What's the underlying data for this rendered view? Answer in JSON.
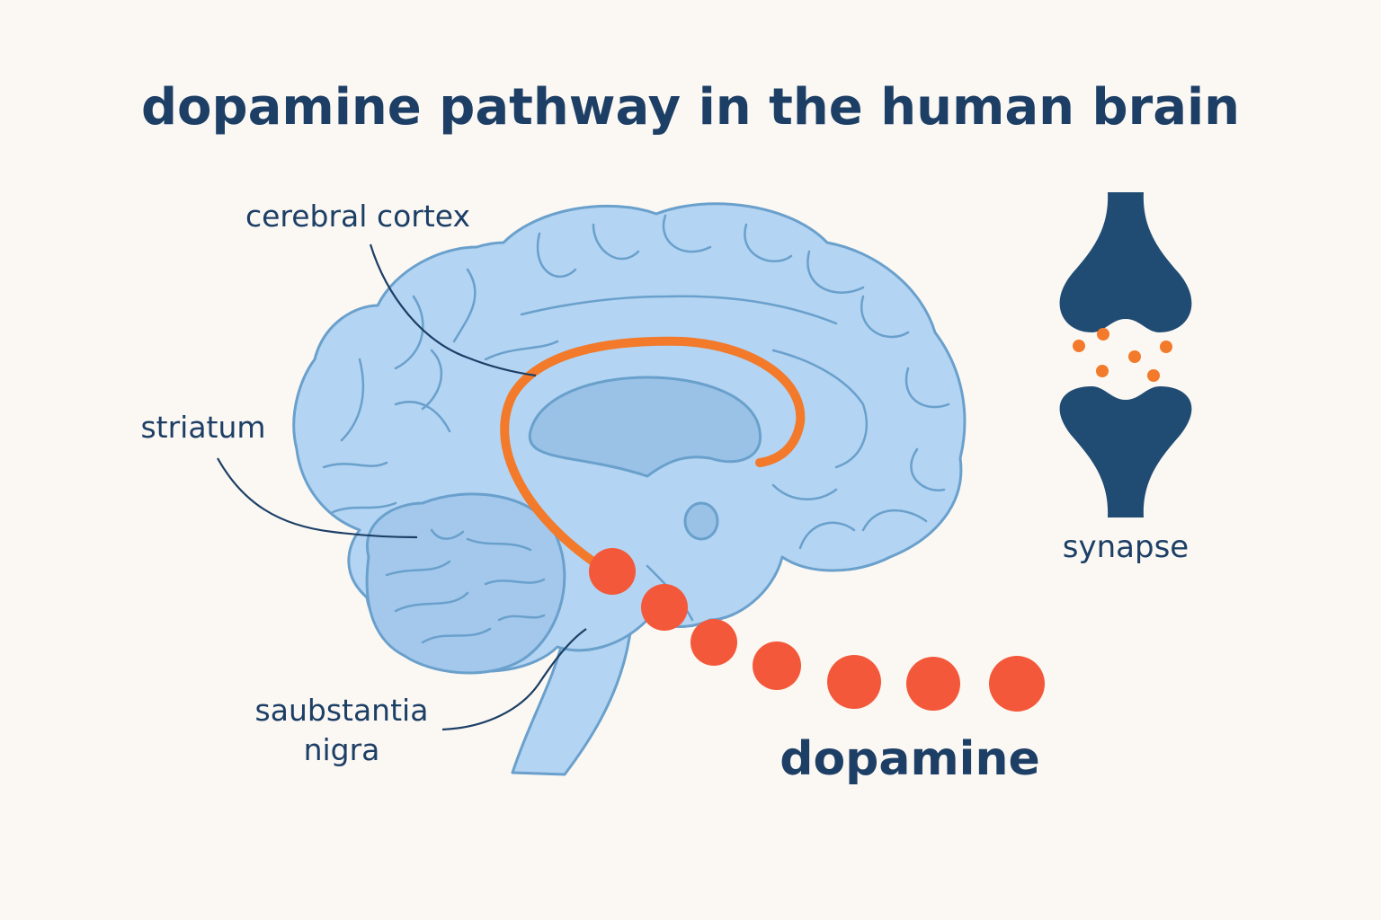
{
  "title": "dopamine pathway in the human brain",
  "labels": {
    "cerebral_cortex": "cerebral cortex",
    "striatum": "striatum",
    "substantia_line1": "saubstantia",
    "substantia_line2": "nigra",
    "synapse": "synapse",
    "dopamine": "dopamine"
  },
  "colors": {
    "background": "#fbf8f3",
    "text": "#1d3f66",
    "brain_fill": "#b3d4f2",
    "brain_outline": "#6aa0cc",
    "inner_fill": "#99c2e6",
    "pathway": "#f27a2a",
    "dopamine_dot": "#f4583a",
    "synapse": "#204c74",
    "leader_line": "#1d3f66"
  },
  "icons": [
    "brain-icon",
    "synapse-icon",
    "dopamine-molecule-icon"
  ]
}
